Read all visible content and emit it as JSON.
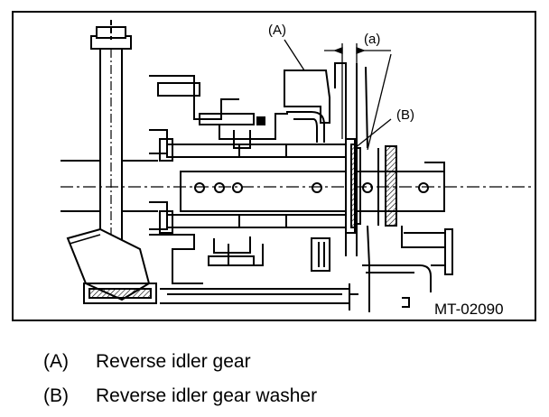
{
  "figure": {
    "id": "MT-02090",
    "callouts": {
      "a": "(A)",
      "b": "(B)",
      "gap": "(a)"
    }
  },
  "legend": [
    {
      "key": "(A)",
      "text": "Reverse idler gear"
    },
    {
      "key": "(B)",
      "text": "Reverse idler gear washer"
    }
  ]
}
